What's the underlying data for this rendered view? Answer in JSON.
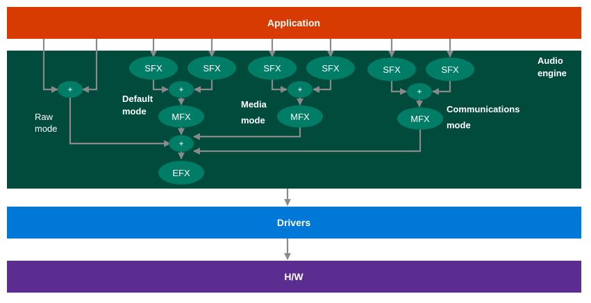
{
  "layers": {
    "application": "Application",
    "audio_engine": [
      "Audio",
      "engine"
    ],
    "drivers": "Drivers",
    "hw": "H/W"
  },
  "modes": {
    "raw": [
      "Raw",
      "mode"
    ],
    "default": [
      "Default",
      "mode"
    ],
    "media": [
      "Media",
      "mode"
    ],
    "communications": [
      "Communications",
      "mode"
    ]
  },
  "nodes": {
    "sfx": "SFX",
    "mfx": "MFX",
    "efx": "EFX",
    "mix": "+"
  },
  "colors": {
    "application": "#d83b01",
    "audio_engine": "#004b3c",
    "node": "#007d66",
    "drivers": "#0078d7",
    "hw": "#5c2d91",
    "arrow": "#8a8a8a"
  }
}
